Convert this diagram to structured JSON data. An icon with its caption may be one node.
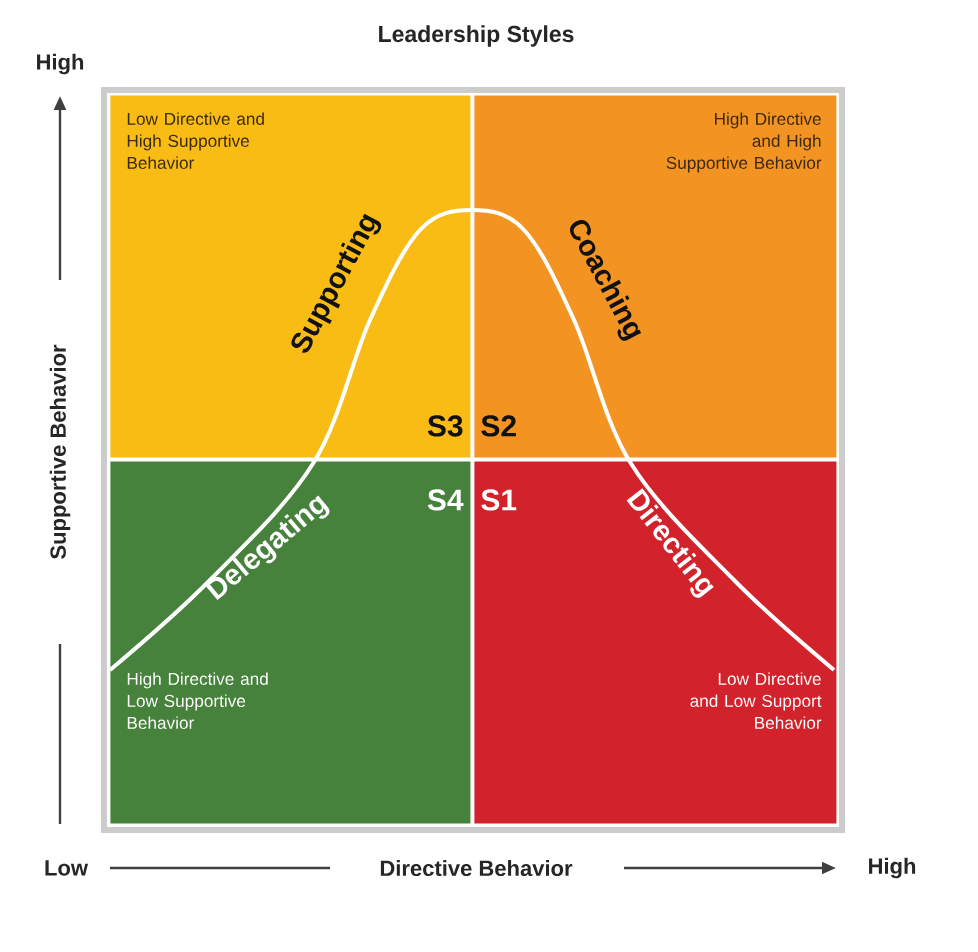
{
  "diagram": {
    "title": "Leadership Styles",
    "nodes": [
      {
        "text": [
          "Low Directive and High Supportive Behavior",
          "Supporting",
          "S3"
        ]
      },
      {
        "text": [
          "High Directive and High Supportive Behavior",
          "Coaching",
          "S2"
        ]
      },
      {
        "text": [
          "High Directive and Low Supportive Behavior",
          "Delegating",
          "S4"
        ]
      },
      {
        "text": [
          "Low Directive and Low Support Behavior",
          "Directing",
          "S1"
        ]
      }
    ],
    "labels": [
      "High",
      "Supportive Behavior",
      "Low",
      "Directive Behavior",
      "High"
    ]
  }
}
